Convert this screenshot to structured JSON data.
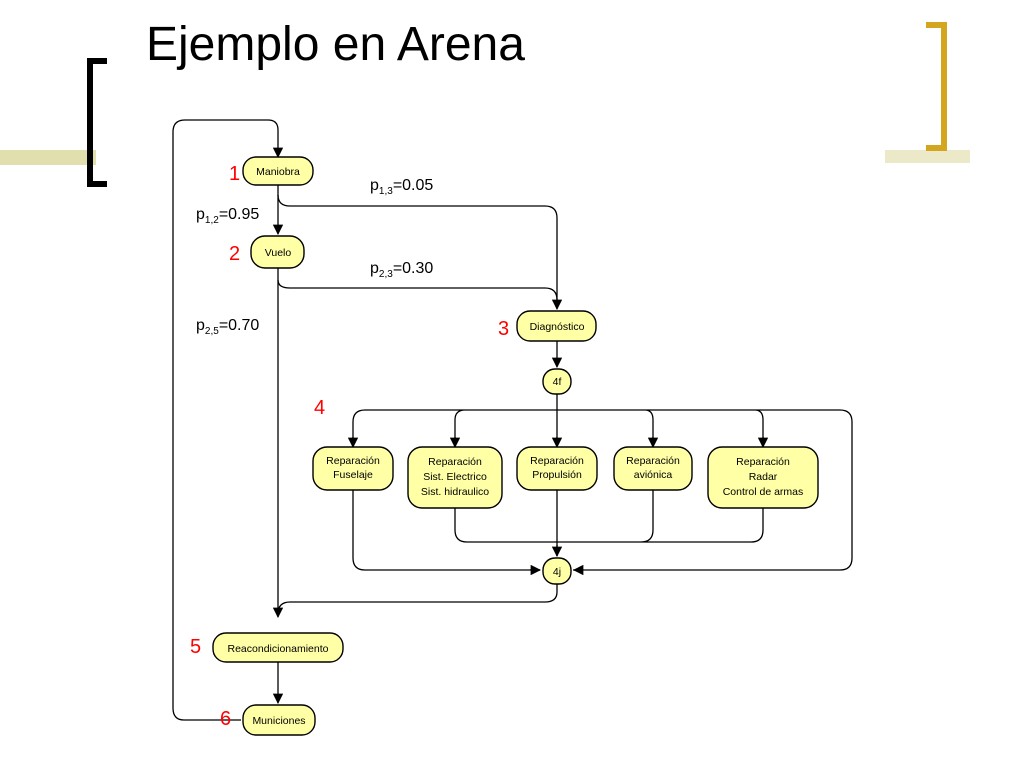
{
  "slide": {
    "title": "Ejemplo en Arena",
    "accent_color": "#d4a51f",
    "bar_color": "#e2dfae"
  },
  "diagram": {
    "fill_color": "#ffffa6",
    "number_color": "#ff0000",
    "nodes": {
      "maniobra": "Maniobra",
      "vuelo": "Vuelo",
      "diagnostico": "Diagnóstico",
      "fork": "4f",
      "join": "4j",
      "rep_fuselaje": [
        "Reparación",
        "Fuselaje"
      ],
      "rep_electrico": [
        "Reparación",
        "Sist. Electrico",
        "Sist. hidraulico"
      ],
      "rep_propulsion": [
        "Reparación",
        "Propulsión"
      ],
      "rep_avionica": [
        "Reparación",
        "aviónica"
      ],
      "rep_radar": [
        "Reparación",
        "Radar",
        "Control de armas"
      ],
      "reacondicionamiento": "Reacondicionamiento",
      "municiones": "Municiones"
    },
    "step_numbers": [
      "1",
      "2",
      "3",
      "4",
      "5",
      "6"
    ],
    "probabilities": {
      "p13": {
        "symbol": "p",
        "sub": "1,3",
        "value": "=0.05"
      },
      "p12": {
        "symbol": "p",
        "sub": "1,2",
        "value": "=0.95"
      },
      "p23": {
        "symbol": "p",
        "sub": "2,3",
        "value": "=0.30"
      },
      "p25": {
        "symbol": "p",
        "sub": "2,5",
        "value": "=0.70"
      }
    }
  }
}
